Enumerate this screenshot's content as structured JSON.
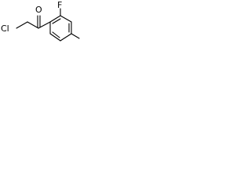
{
  "molecule": {
    "atoms": {
      "oxygen": "O",
      "fluorine": "F",
      "chlorine": "Cl"
    },
    "ring": "benzene",
    "bond_color": "#000000",
    "background": "#ffffff"
  }
}
